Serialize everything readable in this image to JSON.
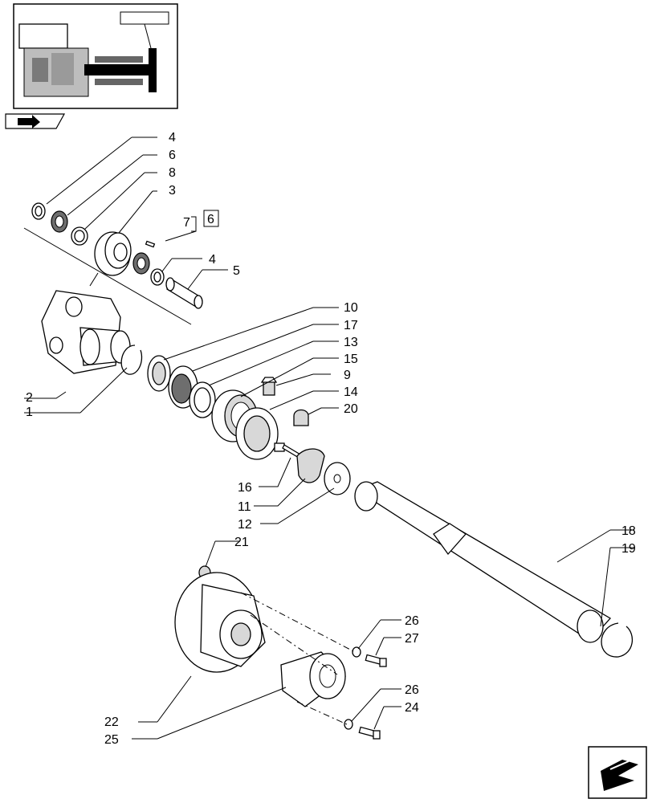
{
  "callouts": {
    "c4a": "4",
    "c6": "6",
    "c8": "8",
    "c3": "3",
    "c7": "7",
    "ref_box": "6",
    "c4b": "4",
    "c5": "5",
    "c10": "10",
    "c17": "17",
    "c13": "13",
    "c15": "15",
    "c9": "9",
    "c14": "14",
    "c20": "20",
    "c2": "2",
    "c1": "1",
    "c16": "16",
    "c11": "11",
    "c12": "12",
    "c18": "18",
    "c19": "19",
    "c21": "21",
    "c26a": "26",
    "c27": "27",
    "c26b": "26",
    "c24": "24",
    "c22": "22",
    "c25": "25"
  },
  "icons": {
    "thumbnail": "transmission-locator-thumbnail",
    "nav_small": "previous-page-arrow-icon",
    "nav_big": "next-page-arrow-icon"
  }
}
